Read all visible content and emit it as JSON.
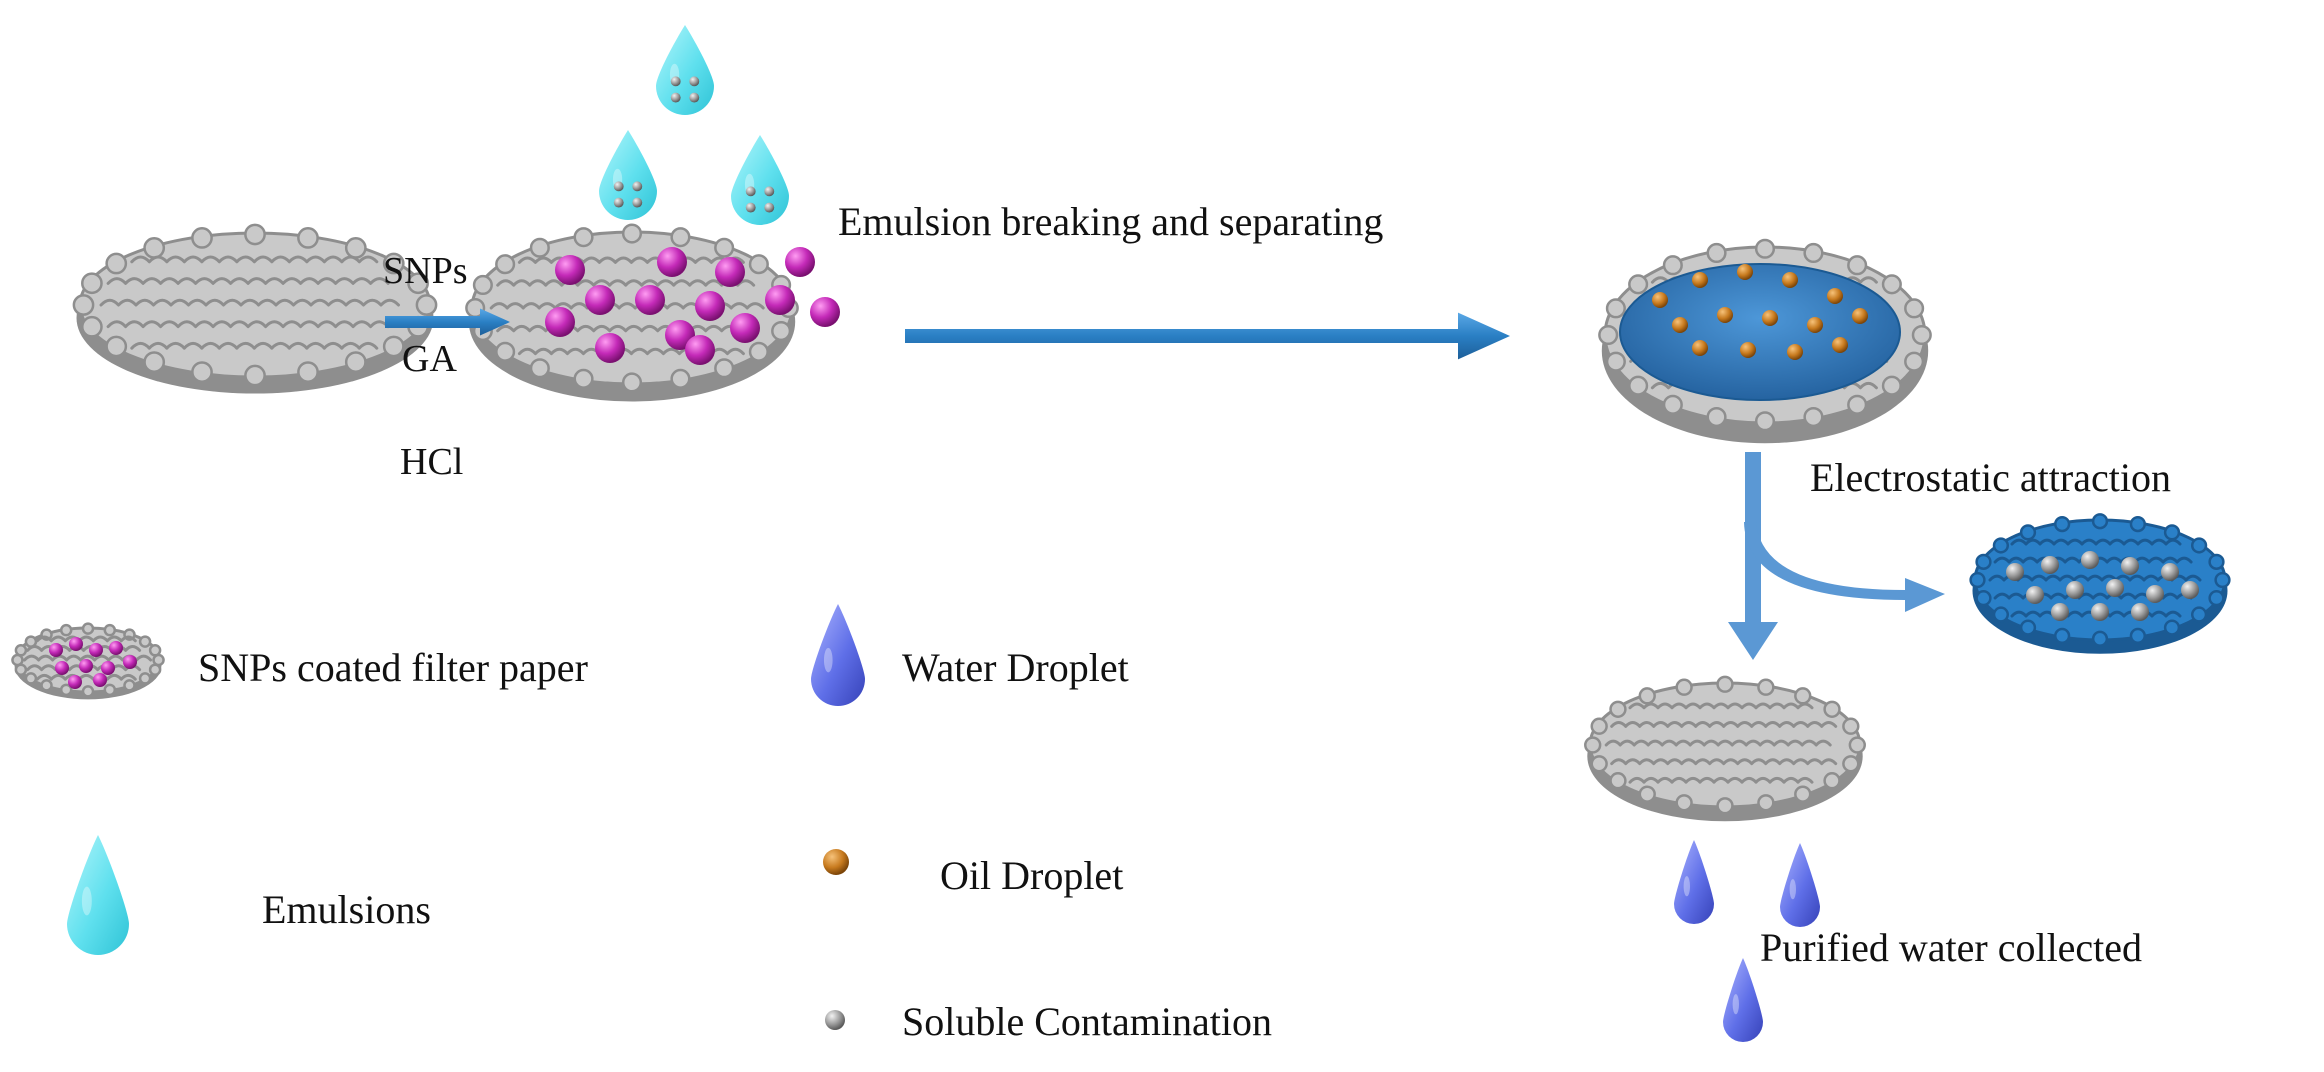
{
  "process": {
    "reagents": [
      "SNPs",
      "GA",
      "HCl"
    ],
    "step_breaking": "Emulsion breaking and separating",
    "step_attraction": "Electrostatic attraction",
    "step_collected": "Purified water collected"
  },
  "legend": {
    "snps_paper": "SNPs coated filter paper",
    "emulsions": "Emulsions",
    "water": "Water Droplet",
    "oil": "Oil Droplet",
    "contamination": "Soluble Contamination"
  },
  "colors": {
    "paper": "#c9c9c9",
    "paper_dark": "#8e8e8e",
    "snp": "#c42ab8",
    "emulsion": "#5fe0ee",
    "oil": "#c77a1e",
    "contaminant": "#9a9a9a",
    "water": "#5f6fe8",
    "oil_layer": "#2f78bd",
    "blue_paper": "#2a80c8",
    "arrow": "#2a7fc4",
    "arrow_light": "#5b98d4"
  },
  "icons": [
    "filter-paper-icon",
    "emulsion-droplet-icon",
    "water-droplet-icon",
    "oil-droplet-icon",
    "contaminant-particle-icon"
  ]
}
